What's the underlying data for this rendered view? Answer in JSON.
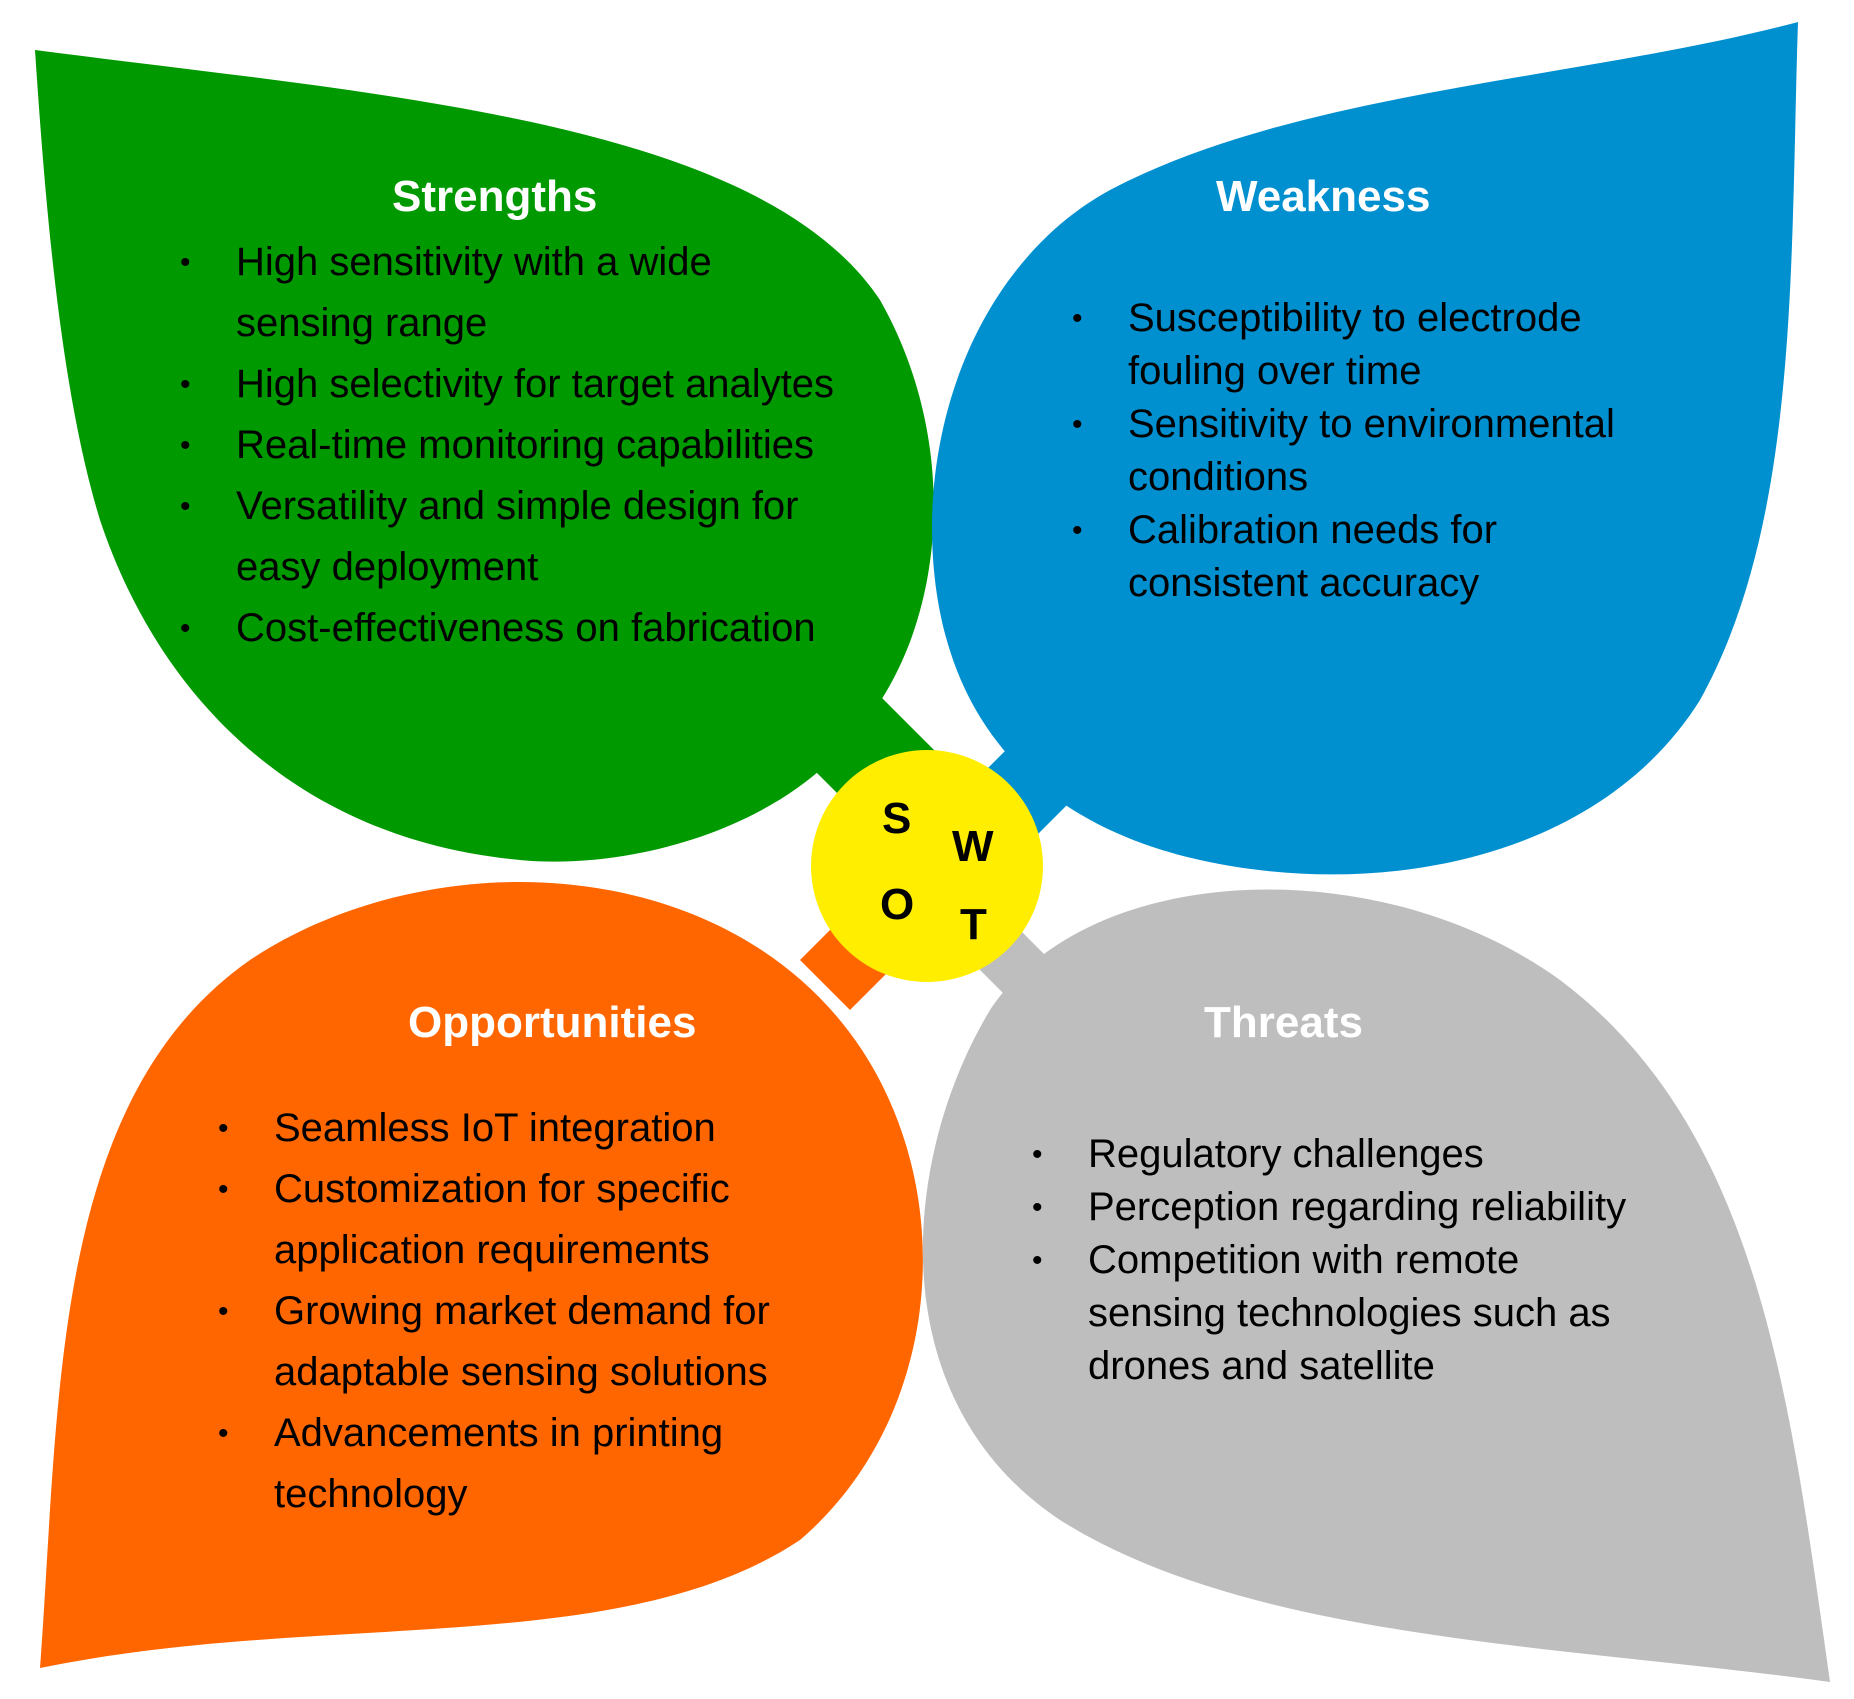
{
  "colors": {
    "strengths": "#009900",
    "weakness": "#0090D0",
    "opportunities": "#FF6600",
    "threats": "#BEBEBE",
    "center": "#FFEE00"
  },
  "center": {
    "s": "S",
    "w": "W",
    "o": "O",
    "t": "T"
  },
  "strengths": {
    "title": "Strengths",
    "items": [
      [
        "High sensitivity with a wide",
        "sensing range"
      ],
      [
        "High selectivity for target analytes"
      ],
      [
        "Real-time monitoring capabilities"
      ],
      [
        "Versatility and simple design for",
        "easy deployment"
      ],
      [
        "Cost-effectiveness on fabrication"
      ]
    ]
  },
  "weakness": {
    "title": "Weakness",
    "items": [
      [
        "Susceptibility to electrode",
        "fouling over time"
      ],
      [
        "Sensitivity to environmental",
        "conditions"
      ],
      [
        "Calibration needs for",
        "consistent accuracy"
      ]
    ]
  },
  "opportunities": {
    "title": "Opportunities",
    "items": [
      [
        "Seamless IoT integration"
      ],
      [
        "Customization for specific",
        "application requirements"
      ],
      [
        "Growing market demand for",
        "adaptable sensing solutions"
      ],
      [
        "Advancements in printing",
        "technology"
      ]
    ]
  },
  "threats": {
    "title": "Threats",
    "items": [
      [
        "Regulatory challenges"
      ],
      [
        "Perception regarding reliability"
      ],
      [
        "Competition with remote",
        "sensing technologies such as",
        "drones and satellite"
      ]
    ]
  }
}
